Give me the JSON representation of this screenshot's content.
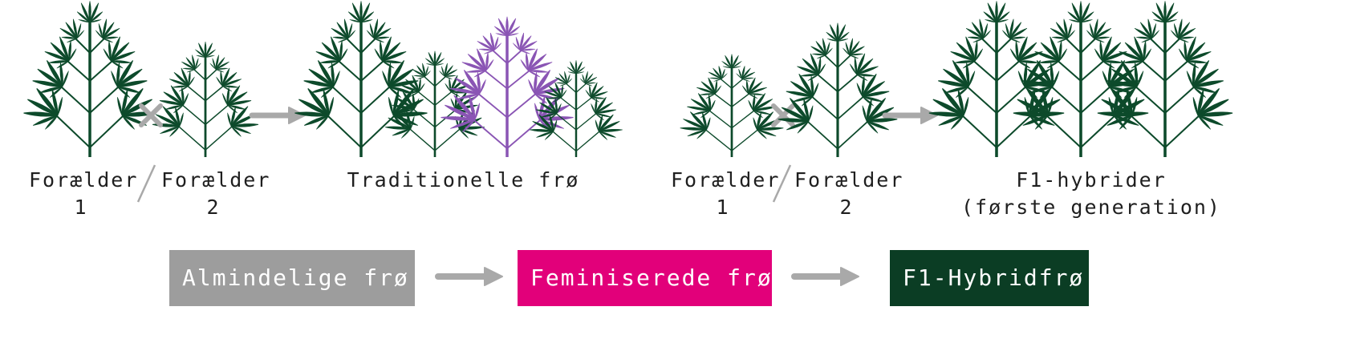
{
  "diagram": {
    "left_group": {
      "parent1_line1": "Forælder",
      "parent1_line2": "1",
      "parent2_line1": "Forælder",
      "parent2_line2": "2",
      "result": "Traditionelle frø"
    },
    "right_group": {
      "parent1_line1": "Forælder",
      "parent1_line2": "1",
      "parent2_line1": "Forælder",
      "parent2_line2": "2",
      "result_line1": "F1-hybrider",
      "result_line2": "(første generation)"
    },
    "seed_types": [
      {
        "label": "Almindelige frø",
        "color": "#9d9d9d"
      },
      {
        "label": "Feminiserede frø",
        "color": "#e2007a"
      },
      {
        "label": "F1-Hybridfrø",
        "color": "#0b3d24"
      }
    ]
  },
  "colors": {
    "plant_green": "#0d4a2b",
    "plant_purple": "#8a55b4",
    "arrow_gray": "#a9a9a9",
    "cross_gray": "#a9a9a9"
  },
  "icons": [
    "cannabis-plant-icon",
    "cross-icon",
    "arrow-right-icon"
  ]
}
